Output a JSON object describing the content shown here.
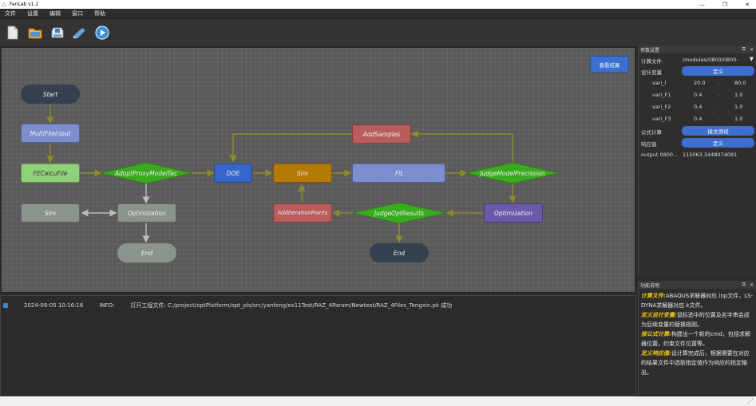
{
  "window": {
    "title": "FanLab v1.2",
    "minimize": "—",
    "maximize": "❐",
    "close": "✕"
  },
  "menu": [
    "文件",
    "设置",
    "编辑",
    "窗口",
    "帮助"
  ],
  "toolbar": [
    "new-file",
    "open-folder",
    "save",
    "edit-pen",
    "run"
  ],
  "canvas": {
    "result_button": "查看结果",
    "nodes": {
      "start": "Start",
      "multifileinput": "MultiFileInput",
      "fecalcufile": "FECalcuFile",
      "adoptproxy": "AdoptProxyModelTec",
      "sim_left": "Sim",
      "optimization_left": "Optimization",
      "end_left": "End",
      "doe": "DOE",
      "sim": "Sim",
      "fit": "Fit",
      "addsamples": "AddSamples",
      "judgemodel": "JudgeModelPrecission",
      "optimization_right": "Optimization",
      "judgeopt": "JudgeOptResults",
      "additeration": "AddIterationPoints",
      "end_right": "End"
    }
  },
  "log": {
    "timestamp": "2024-09-05 10:16:16",
    "level": "INFO:",
    "message": "打开工程文件: C:/project/optPlatform/opt_pls/src/yanfeng/ex11Test/RAZ_4Param/Newtest/RAZ_4Files_Tengxin.pk  成功"
  },
  "params": {
    "title": "参数设置",
    "rows": {
      "calc_file_label": "计算文件",
      "calc_file_value": "/modules/0800/0800-",
      "design_var_label": "设计变量",
      "design_var_btn": "定义",
      "formula_label": "公式计算",
      "formula_btn": "接文测试",
      "response_label": "响应值",
      "response_btn": "定义",
      "output_label": "output 0800...",
      "output_value": "115063.3448074081"
    },
    "vars": [
      {
        "name": "vari_l",
        "min": "20.0",
        "max": "80.0"
      },
      {
        "name": "vari_F1",
        "min": "0.4",
        "max": "1.0"
      },
      {
        "name": "vari_F2",
        "min": "0.4",
        "max": "1.0"
      },
      {
        "name": "vari_F3",
        "min": "0.4",
        "max": "1.0"
      }
    ],
    "sep": "-"
  },
  "funcdesc": {
    "title": "功能说明",
    "items": [
      {
        "key": "计算文件:",
        "text": "ABAQUS求解器对应.inp文件，LS-DYNA求解器对应.k文件。"
      },
      {
        "key": "定义设计变量:",
        "text": "鼠标选中的位置及名字串会成为后续变量的替换规则。"
      },
      {
        "key": "接公式计算:",
        "text": "构建出一个新的cmd，包括求解器位置，约束文件位置等。"
      },
      {
        "key": "定义响应值:",
        "text": "设计算完成后，根据需要在对应的结果文件中选取指定值作为响应的指定输出。"
      }
    ]
  },
  "colors": {
    "accent": "#3c6fd0",
    "connector": "#8d8a2a",
    "gray_connector": "#bbbbbb"
  }
}
